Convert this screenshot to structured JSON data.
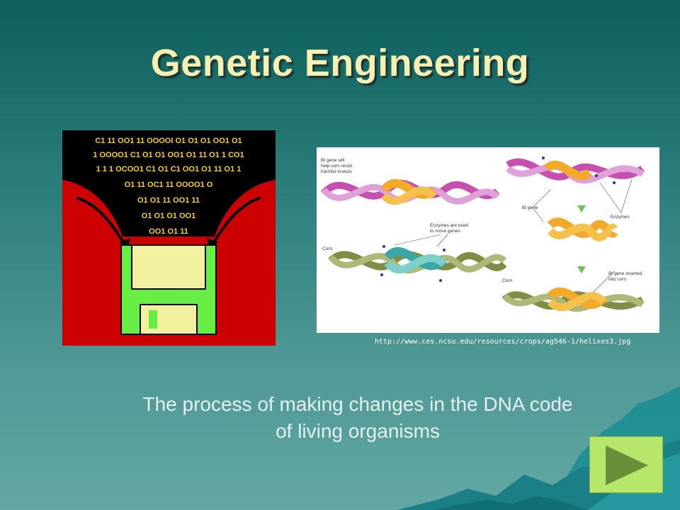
{
  "slide": {
    "title": "Genetic Engineering",
    "subtitle_line1": "The process of making changes in the DNA code",
    "subtitle_line2": "of living organisms",
    "image_credit": "http://www.ces.ncsu.edu/resources/crops/ag546-1/helixes3.jpg"
  },
  "floppy_image": {
    "binary_rows": [
      "C1 11 OO1 11 OOOOI O1 O1 O1 OO1 O1",
      "1 OOOO1 C1 O1 O1 OO1 O1 11 O1 1 CO1",
      "1 1 1 OCOO1 C1 O1 C1 OO1 O1 11 O1 1",
      "O1 11 OC1 11 OOOO1 O",
      "O1 O1 11 OO1 11",
      "O1 O1 O1 OO1",
      "OO1 O1 11"
    ]
  },
  "dna_image": {
    "label_bt_gene_will": "Bt gene will",
    "label_help_corn": "help corn resist",
    "label_harmful_insects": "harmful insects",
    "label_enzymes_used": "Enzymes are used",
    "label_to_move_genes": "to move genes",
    "label_corn_left": "Corn",
    "label_bt_gene": "Bt gene",
    "label_enzymes": "Enzymes",
    "label_corn_right": "Corn",
    "label_bt_inserted": "Bt gene inserted",
    "label_into_corn": "into corn"
  },
  "colors": {
    "title": "#f6f0b2",
    "button_bg": "#b6e66a",
    "button_arrow": "#6b8e3a",
    "floppy_red": "#cc0000",
    "floppy_green": "#66ee44"
  },
  "icons": {
    "next": "play-arrow-icon"
  }
}
